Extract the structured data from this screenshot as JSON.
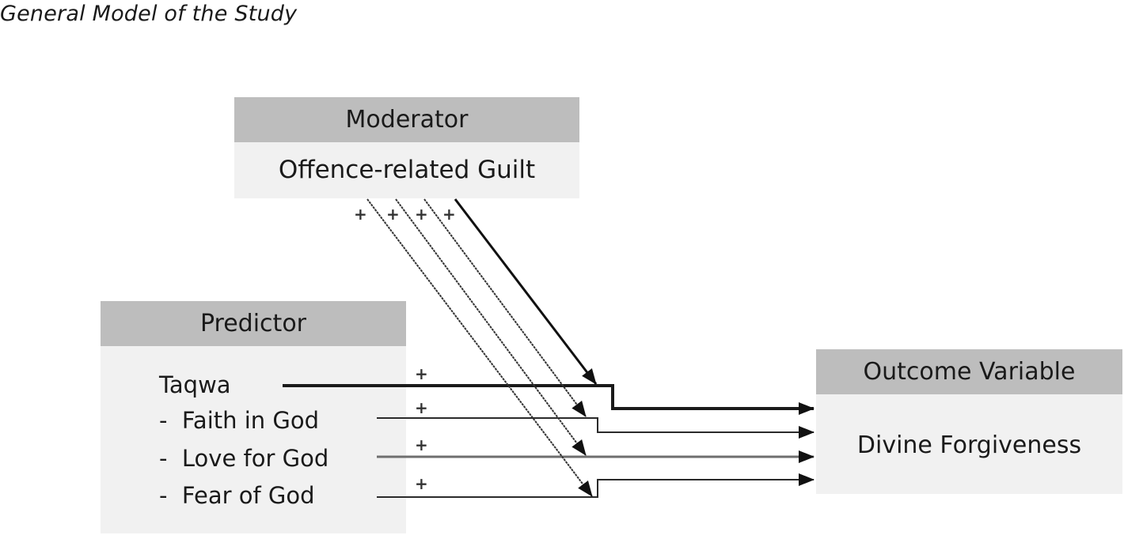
{
  "caption": "General Model of the Study",
  "moderator": {
    "header": "Moderator",
    "variable": "Offence-related Guilt"
  },
  "predictor": {
    "header": "Predictor",
    "items": [
      {
        "label": "Taqwa",
        "prefix": ""
      },
      {
        "label": "Faith in God",
        "prefix": "-"
      },
      {
        "label": "Love for God",
        "prefix": "-"
      },
      {
        "label": "Fear of God",
        "prefix": "-"
      }
    ]
  },
  "outcome": {
    "header": "Outcome Variable",
    "variable": "Divine Forgiveness"
  },
  "paths": {
    "predictor_signs": [
      "+",
      "+",
      "+",
      "+"
    ],
    "moderator_signs": [
      "+",
      "+",
      "+",
      "+"
    ]
  },
  "colors": {
    "header_fill": "#bdbdbd",
    "box_fill": "#f1f1f1",
    "line": "#1a1a1a",
    "line_light": "#6e6e6e"
  }
}
